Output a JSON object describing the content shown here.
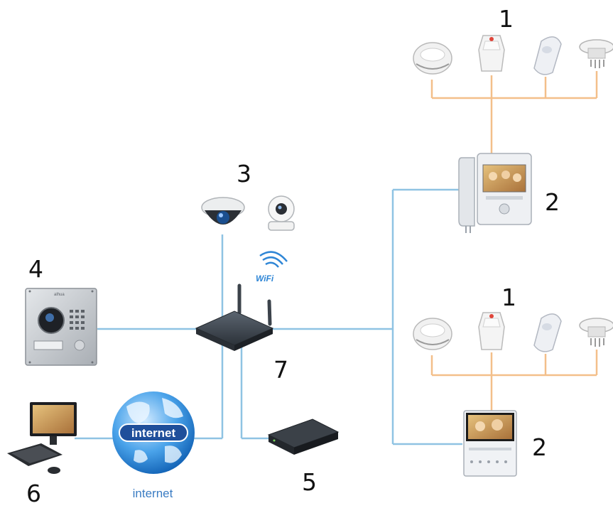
{
  "labels": {
    "sensors_top": "1",
    "sensors_bottom": "1",
    "monitor_top": "2",
    "monitor_bottom": "2",
    "cameras": "3",
    "door_station": "4",
    "nvr": "5",
    "pc": "6",
    "router": "7"
  },
  "internet": {
    "globe_text": "internet",
    "caption": "internet"
  },
  "wifi_text": "WiFi",
  "door_station_brand": "alhua",
  "colors": {
    "network_line": "#8fc3e3",
    "alarm_line": "#f3bf8a",
    "globe": "#2f86d6",
    "internet_text": "#3a7cc3"
  }
}
